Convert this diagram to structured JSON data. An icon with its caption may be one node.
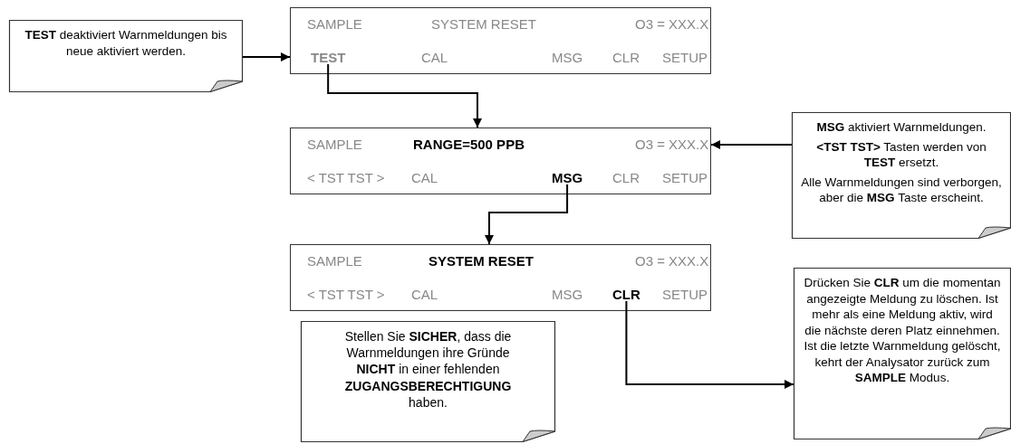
{
  "diagram": {
    "nodes": [
      {
        "text": [
          "**TEST** deaktiviert Warnmeldungen bis neue aktiviert werden."
        ]
      },
      {
        "text": [
          "SAMPLE",
          "SYSTEM RESET",
          "O3 = XXX.X",
          "CAL",
          "MSG",
          "CLR",
          "SETUP"
        ]
      },
      {
        "text": [
          "TEST"
        ],
        "in": 1
      },
      {
        "text": [
          "**MSG** aktiviert Warnmeldungen.",
          "**<TST TST>** Tasten werden von **TEST** ersetzt.",
          "Alle Warnmeldungen sind verborgen, aber die **MSG** Taste erscheint."
        ]
      },
      {
        "text": [
          "SAMPLE",
          "RANGE=500 PPB",
          "O3 = XXX.X",
          "< TST TST >",
          "CAL",
          "CLR",
          "SETUP"
        ]
      },
      {
        "text": [
          "MSG"
        ],
        "in": 4
      },
      {
        "text": [
          "SAMPLE",
          "SYSTEM RESET",
          "O3 = XXX.X",
          "< TST TST >",
          "CAL",
          "MSG",
          "SETUP"
        ]
      },
      {
        "text": [
          "CLR"
        ],
        "in": 6
      },
      {
        "text": [
          "Stellen Sie **SICHER**, dass die Warnmeldungen ihre Gründe **NICHT** in einer fehlenden **ZUGANGSBERECHTIGUNG** haben."
        ]
      },
      {
        "text": [
          "Drücken Sie **CLR** um die momentan angezeigte Meldung zu löschen. Ist mehr als eine Meldung aktiv, wird die nächste deren Platz einnehmen. Ist die letzte Warnmeldung gelöscht, kehrt der Analysator zurück zum **SAMPLE** Modus."
        ]
      }
    ],
    "edges": [
      {
        "from": 0,
        "to": 1,
        "arrow": "to"
      },
      {
        "from": 2,
        "to": 4,
        "arrow": "to"
      },
      {
        "from": 3,
        "to": 4,
        "arrow": "to"
      },
      {
        "from": 5,
        "to": 6,
        "arrow": "to"
      },
      {
        "from": 7,
        "to": 9,
        "arrow": "to"
      }
    ]
  }
}
